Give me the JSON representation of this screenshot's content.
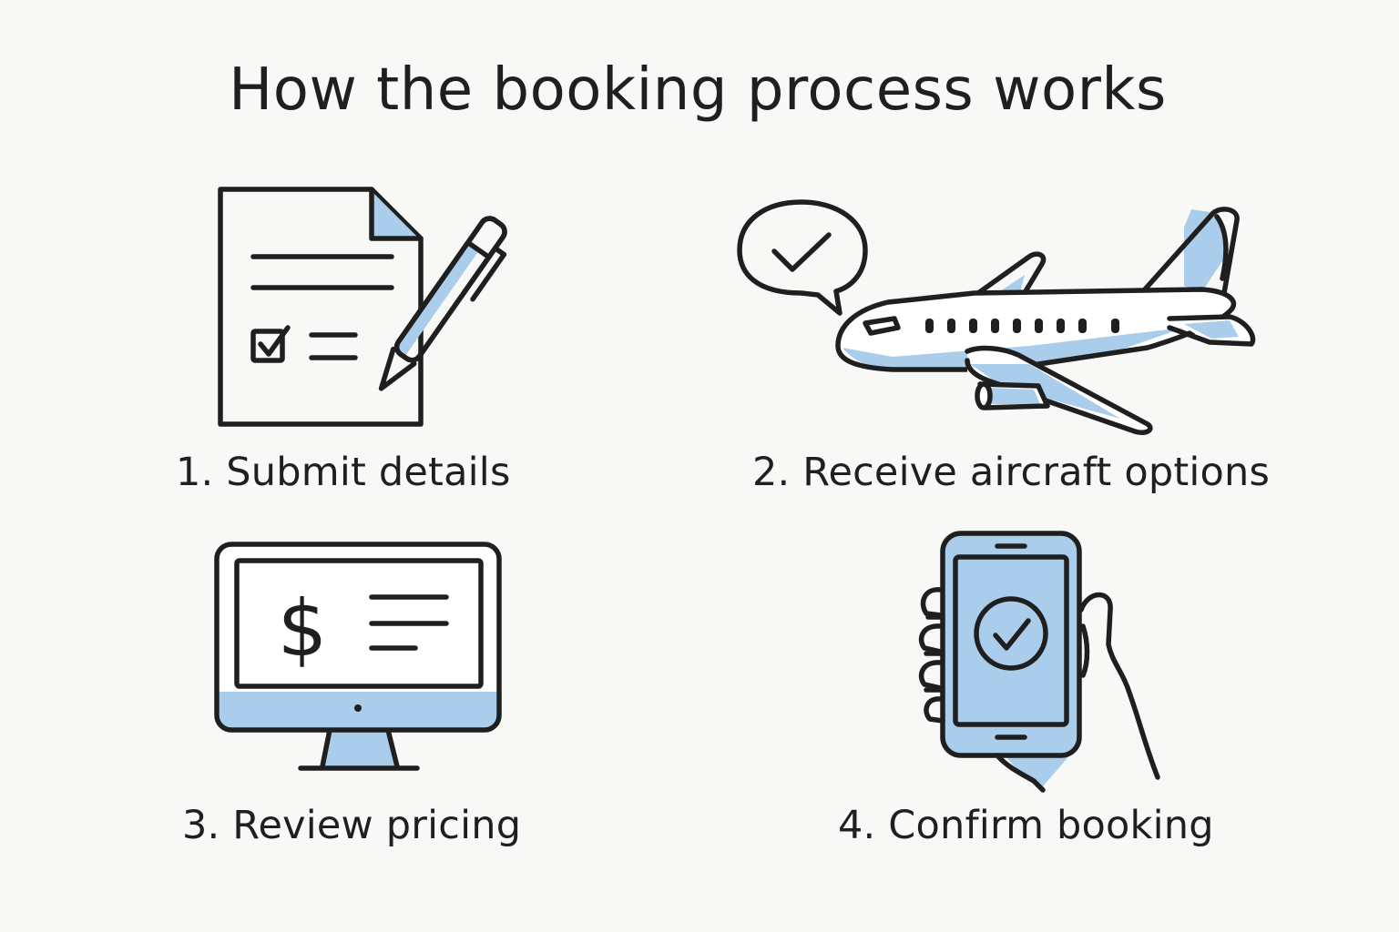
{
  "title": "How the booking process works",
  "colors": {
    "ink": "#1f1f1f",
    "accent": "#a9cdea",
    "background": "#f8f8f6"
  },
  "steps": [
    {
      "label": "1. Submit details",
      "icon": "document-pen-icon"
    },
    {
      "label": "2. Receive aircraft options",
      "icon": "airplane-check-icon"
    },
    {
      "label": "3. Review pricing",
      "icon": "monitor-dollar-icon"
    },
    {
      "label": "4. Confirm booking",
      "icon": "phone-check-icon"
    }
  ]
}
